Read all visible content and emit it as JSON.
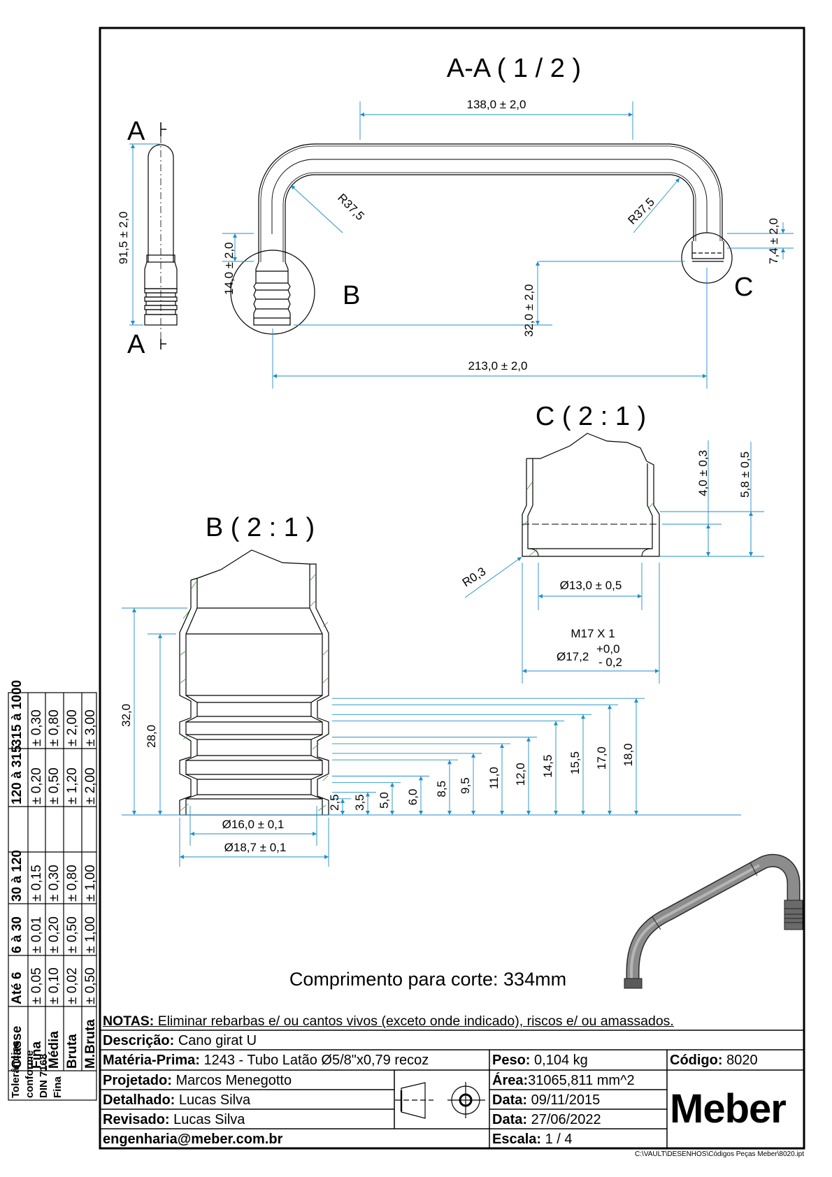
{
  "views": {
    "main_title": "A-A ( 1 / 2 )",
    "section_marker": "A",
    "detail_b_label": "B",
    "detail_c_label": "C",
    "detail_b_title": "B ( 2 : 1 )",
    "detail_c_title": "C ( 2 : 1 )"
  },
  "dimensions": {
    "side_height": "91,5 ± 2,0",
    "top_length": "138,0 ± 2,0",
    "bend_radius_left": "R37,5",
    "bend_radius_right": "R37,5",
    "left_end_height": "14,0 ± 2,0",
    "height_diff": "32,0 ± 2,0",
    "right_end_height": "7,4 ± 2,0",
    "overall_length": "213,0 ± 2,0",
    "c_depth_1": "4,0 ± 0,3",
    "c_depth_2": "5,8 ± 0,5",
    "c_radius": "R0,3",
    "c_inner_dia": "Ø13,0 ± 0,5",
    "c_thread": "M17 X 1",
    "c_outer_dia": "Ø17,2",
    "c_outer_tol_upper": "+0,0",
    "c_outer_tol_lower": "- 0,2",
    "b_height_total": "32,0",
    "b_height_2": "28,0",
    "b_inner_dia": "Ø16,0 ± 0,1",
    "b_outer_dia": "Ø18,7 ± 0,1",
    "b_steps": [
      "2,5",
      "3,5",
      "5,0",
      "6,0",
      "8,5",
      "9,5",
      "11,0",
      "12,0",
      "14,5",
      "15,5",
      "17,0",
      "18,0"
    ]
  },
  "cut_length": "Comprimento para corte: 334mm",
  "tolerance_table": {
    "title_lines": [
      "Tolerâncias",
      "conforme",
      "DIN 7168",
      "Fina"
    ],
    "header": [
      "Classe",
      "Até 6",
      "6 à 30",
      "30 à 120",
      "120 à 315",
      "315 à 1000"
    ],
    "rows": [
      {
        "class": "Fina",
        "values": [
          "± 0,05",
          "± 0,01",
          "± 0,15",
          "± 0,20",
          "± 0,30"
        ]
      },
      {
        "class": "Média",
        "values": [
          "± 0,10",
          "± 0,20",
          "± 0,30",
          "± 0,50",
          "± 0,80"
        ]
      },
      {
        "class": "Bruta",
        "values": [
          "± 0,02",
          "± 0,50",
          "± 0,80",
          "± 1,20",
          "± 2,00"
        ]
      },
      {
        "class": "M.Bruta",
        "values": [
          "± 0,50",
          "± 1,00",
          "± 1,00",
          "± 2,00",
          "± 3,00"
        ]
      }
    ]
  },
  "title_block": {
    "notes_label": "NOTAS:",
    "notes_text": " Eliminar rebarbas e/ ou cantos vivos (exceto onde indicado), riscos e/ ou amassados.",
    "description_label": "Descrição:",
    "description": " Cano girat U",
    "material_label": "Matéria-Prima:",
    "material": " 1243 - Tubo Latão Ø5/8\"x0,79 recoz",
    "designed_label": "Projetado:",
    "designed": " Marcos Menegotto",
    "detailed_label": "Detalhado:",
    "detailed": " Lucas Silva",
    "reviewed_label": "Revisado:",
    "reviewed": " Lucas Silva",
    "email": "engenharia@meber.com.br",
    "weight_label": "Peso:",
    "weight": " 0,104 kg",
    "area_label": "Área:",
    "area": "31065,811 mm^2",
    "date1_label": "Data:",
    "date1": " 09/11/2015",
    "date2_label": "Data:",
    "date2": " 27/06/2022",
    "scale_label": "Escala:",
    "scale": " 1 / 4",
    "code_label": "Código:",
    "code": " 8020",
    "logo": "Meber",
    "file_path": "C:\\VAULT\\DESENHOS\\Códigos Peças Meber\\8020.ipt"
  },
  "colors": {
    "dimension": "#1f8fc8",
    "hatch": "#3a9a3a",
    "line": "#000000",
    "render": "#8a8a8a"
  }
}
